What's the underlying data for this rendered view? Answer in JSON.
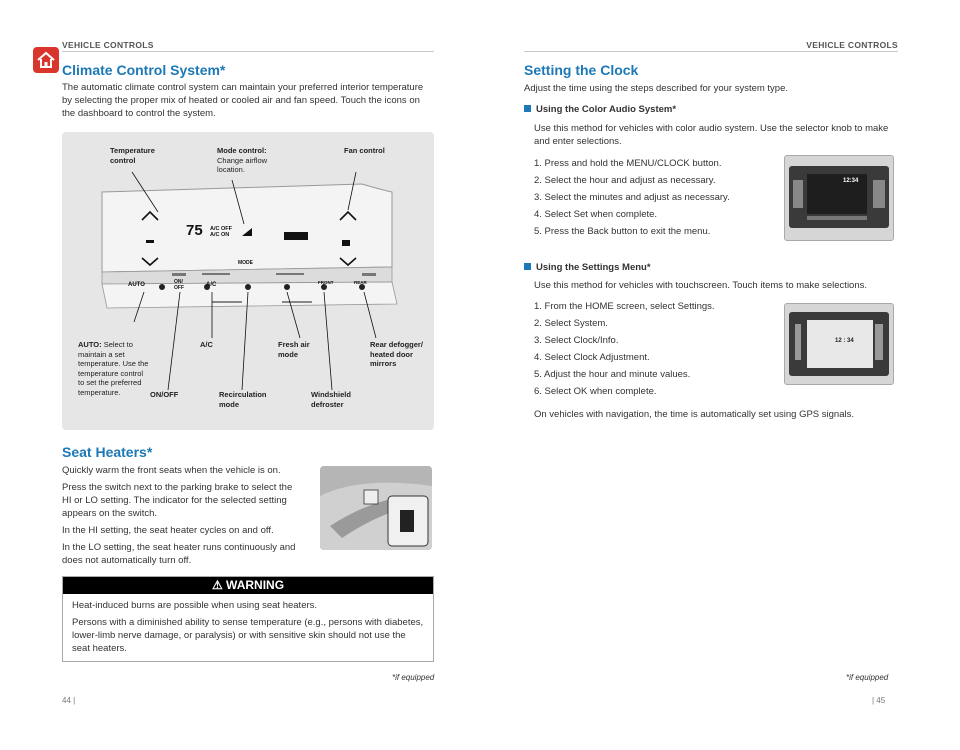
{
  "header": {
    "left": "VEHICLE CONTROLS",
    "right": "VEHICLE CONTROLS"
  },
  "climate": {
    "title": "Climate Control System*",
    "intro": "The automatic climate control system can maintain your preferred interior temperature by selecting the proper mix of heated or cooled air and fan speed. Touch the icons on the dashboard to control the system.",
    "panel": {
      "temp_display": "75",
      "ac_off": "A/C OFF",
      "ac_on": "A/C ON",
      "mode": "MODE",
      "buttons": [
        "AUTO",
        "ON/ OFF",
        "A/C",
        "FRONT",
        "REAR"
      ]
    },
    "labels": {
      "temperature": "Temperature control",
      "mode_title": "Mode control:",
      "mode_desc": "Change airflow location.",
      "fan": "Fan control",
      "auto_title": "AUTO:",
      "auto_desc": "Select to maintain a set temperature. Use the temperature control to set the preferred temperature.",
      "onoff": "ON/OFF",
      "ac": "A/C",
      "recirc": "Recirculation mode",
      "fresh": "Fresh air mode",
      "windshield": "Windshield defroster",
      "rear": "Rear defogger/ heated door mirrors"
    }
  },
  "seat": {
    "title": "Seat Heaters*",
    "p1": "Quickly warm the front seats when the vehicle is on.",
    "p2": "Press the switch next to the parking brake to select the HI or LO setting. The  indicator for the selected setting appears on the switch.",
    "p3": "In the HI setting, the seat heater cycles on and off.",
    "p4": "In the LO setting, the seat heater runs continuously and does not automatically turn off."
  },
  "warning": {
    "title": "WARNING",
    "p1": "Heat-induced burns are possible when using seat heaters.",
    "p2": "Persons with a diminished ability to sense temperature (e.g., persons with diabetes, lower-limb nerve damage, or paralysis) or with sensitive skin should not use the seat heaters."
  },
  "footnote_left": "*if equipped",
  "footnote_right": "*if equipped",
  "page_left": "44   |",
  "page_right": "|   45",
  "clock": {
    "title": "Setting the Clock",
    "intro": "Adjust the time using the steps described for your system type.",
    "color_audio": {
      "heading": "Using the Color Audio System*",
      "desc": "Use this method for vehicles with color audio system. Use the selector knob to make and enter selections.",
      "steps": [
        "1.  Press and hold the MENU/CLOCK button.",
        "2.  Select the hour and adjust as necessary.",
        "3.  Select the minutes and adjust as necessary.",
        "4.  Select Set when complete.",
        "5.  Press the Back button to exit the menu."
      ],
      "screen_time": "12:34"
    },
    "settings_menu": {
      "heading": "Using the Settings Menu*",
      "desc": "Use this method for vehicles with touchscreen. Touch items to make selections.",
      "steps": [
        "1.  From the HOME screen, select Settings.",
        "2.  Select System.",
        "3.  Select Clock/Info.",
        "4.  Select Clock Adjustment.",
        "5.  Adjust the hour and minute values.",
        "6.  Select OK when complete."
      ],
      "screen_time": "12 : 34",
      "note": "On vehicles with navigation, the time is automatically set using GPS signals."
    }
  }
}
